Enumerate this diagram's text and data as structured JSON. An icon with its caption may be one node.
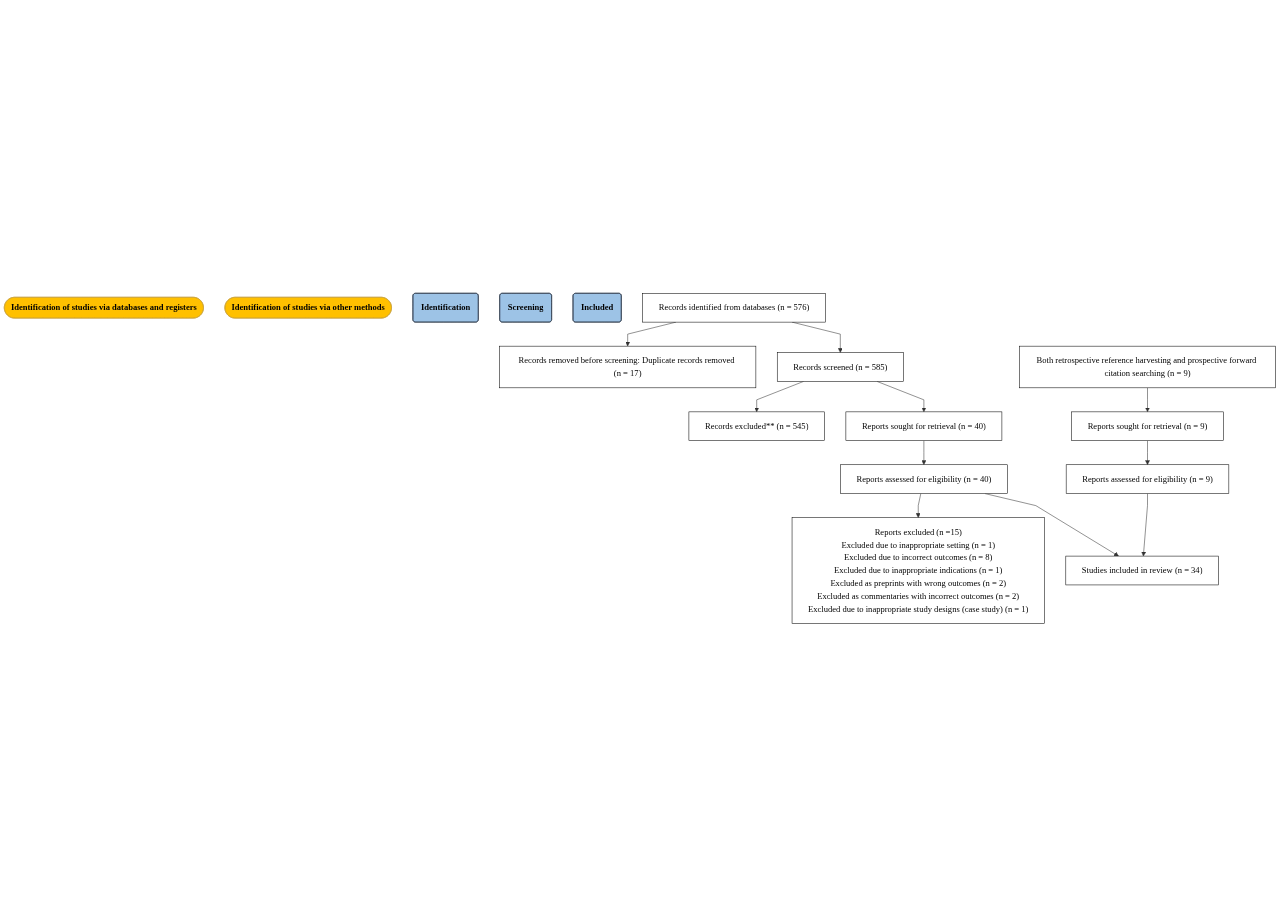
{
  "diagram": {
    "nodes": [
      {
        "text": [
          "Identification of studies via databases and registers"
        ]
      },
      {
        "text": [
          "Identification of studies via other methods"
        ]
      },
      {
        "text": [
          "Identification"
        ]
      },
      {
        "text": [
          "Screening"
        ]
      },
      {
        "text": [
          "Included"
        ]
      },
      {
        "text": [
          "Records identified from databases (n = 576)"
        ]
      },
      {
        "text": [
          "Records removed before screening: Duplicate records removed (n = 17)"
        ]
      },
      {
        "text": [
          "Both retrospective reference harvesting and prospective forward citation searching (n = 9)"
        ]
      },
      {
        "text": [
          "Records screened (n = 585)"
        ]
      },
      {
        "text": [
          "Records excluded** (n = 545)"
        ]
      },
      {
        "text": [
          "Reports sought for retrieval (n = 40)"
        ]
      },
      {
        "text": [
          "Reports excluded (n =15)",
          "Excluded due to inappropriate setting (n = 1)",
          "Excluded due to incorrect outcomes (n = 8)",
          "Excluded due to inappropriate indications (n = 1)",
          "Excluded as preprints with wrong outcomes (n = 2)",
          "Excluded as commentaries with incorrect outcomes (n = 2)",
          "Excluded due to inappropriate study designs (case study) (n = 1)"
        ]
      },
      {
        "text": [
          "Reports sought for retrieval (n = 9)"
        ]
      },
      {
        "text": [
          "Reports assessed for eligibility (n = 40)"
        ]
      },
      {
        "text": [
          "Reports assessed for eligibility (n = 9)"
        ]
      },
      {
        "text": [
          "Studies included in review (n = 34)"
        ]
      }
    ],
    "edges": [
      {
        "from": 5,
        "to": 6,
        "arrow": "to"
      },
      {
        "from": 5,
        "to": 8,
        "arrow": "to"
      },
      {
        "from": 8,
        "to": 9,
        "arrow": "to"
      },
      {
        "from": 8,
        "to": 10,
        "arrow": "to"
      },
      {
        "from": 10,
        "to": 13,
        "arrow": "to"
      },
      {
        "from": 13,
        "to": 11,
        "arrow": "to"
      },
      {
        "from": 13,
        "to": 15,
        "arrow": "to"
      },
      {
        "from": 7,
        "to": 12,
        "arrow": "to"
      },
      {
        "from": 12,
        "to": 14,
        "arrow": "to"
      },
      {
        "from": 14,
        "to": 15,
        "arrow": "to"
      }
    ]
  }
}
